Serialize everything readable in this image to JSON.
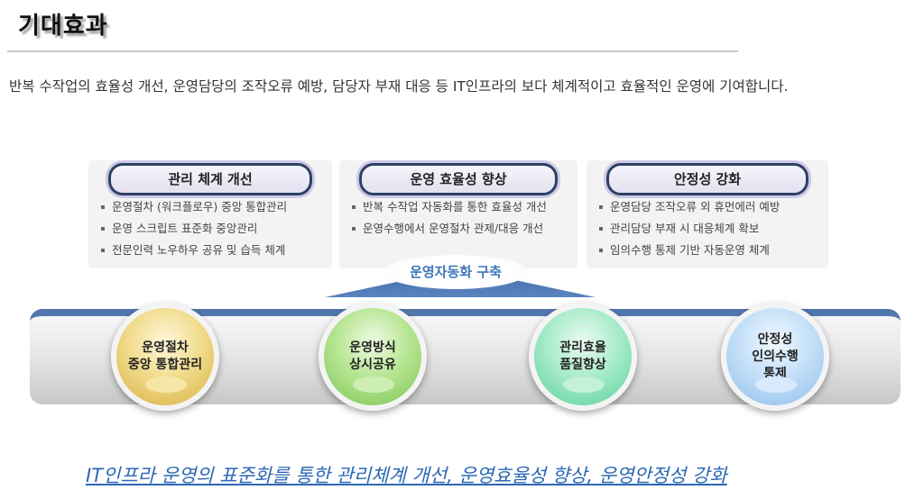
{
  "title": "기대효과",
  "intro": "반복 수작업의 효율성 개선, 운영담당의 조작오류 예방, 담당자 부재 대응 등 IT인프라의 보다 체계적이고 효율적인 운영에 기여합니다.",
  "panels": [
    {
      "heading": "관리 체계 개선",
      "items": [
        "운영절차 (워크플로우) 중앙 통합관리",
        "운영 스크립트 표준화 중앙관리",
        "전문인력 노우하우 공유 및 습득 체계"
      ]
    },
    {
      "heading": "운영 효율성 향상",
      "items": [
        "반복 수작업 자동화를 통한 효율성 개선",
        "운영수행에서 운영절차 관제/대응 개선"
      ]
    },
    {
      "heading": "안정성 강화",
      "items": [
        "운영담당 조작오류 외 휴먼에러 예방",
        "관리담당 부재 시 대응체계 확보",
        "임의수행 통제 기반 자동운영 체계"
      ]
    }
  ],
  "arrow_label": "운영자동화 구축",
  "circles": [
    {
      "lines": [
        "운영절차",
        "중앙 통합관리"
      ],
      "color": "#e6c65a"
    },
    {
      "lines": [
        "운영방식",
        "상시공유"
      ],
      "color": "#8fd06a"
    },
    {
      "lines": [
        "관리효율",
        "품질향상"
      ],
      "color": "#6fd6aa"
    },
    {
      "lines": [
        "안정성",
        "인의수행",
        "통제"
      ],
      "color": "#9cc8ee"
    }
  ],
  "footer": "IT인프라 운영의 표준화를 통한 관리체계 개선, 운영효율성 향상, 운영안정성 강화"
}
